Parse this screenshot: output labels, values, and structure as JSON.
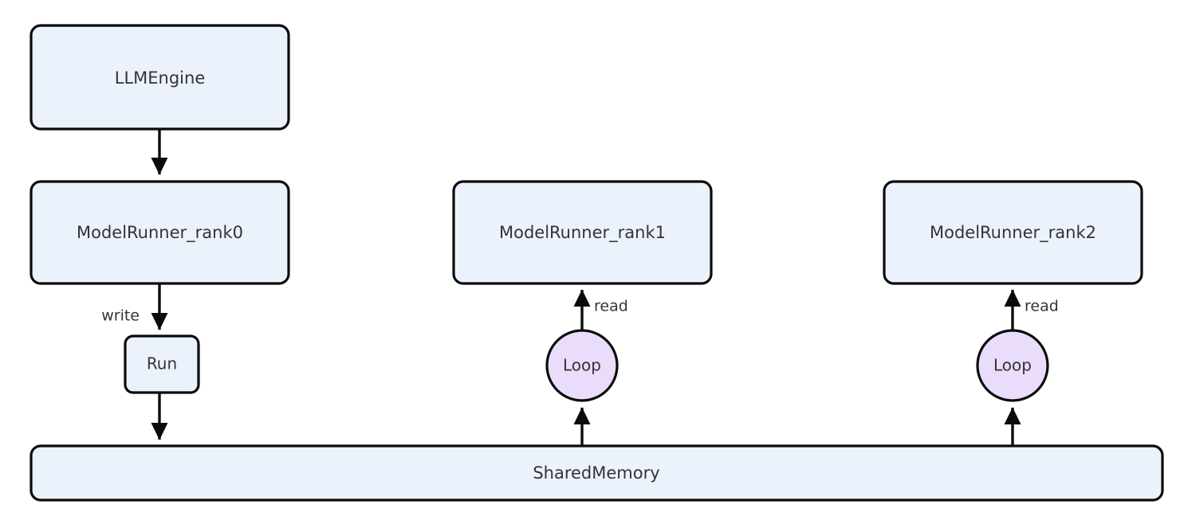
{
  "diagram": {
    "type": "flowchart",
    "background_color": "#ffffff",
    "node_fill": "#ecf2fc",
    "loop_fill": "#eaddfb",
    "stroke_color": "#0b0b0b",
    "text_color": "#333333",
    "nodes": [
      {
        "id": "llm_engine",
        "label": "LLMEngine",
        "shape": "rounded-rect"
      },
      {
        "id": "model_runner_rank0",
        "label": "ModelRunner_rank0",
        "shape": "rounded-rect"
      },
      {
        "id": "model_runner_rank1",
        "label": "ModelRunner_rank1",
        "shape": "rounded-rect"
      },
      {
        "id": "model_runner_rank2",
        "label": "ModelRunner_rank2",
        "shape": "rounded-rect"
      },
      {
        "id": "run",
        "label": "Run",
        "shape": "rounded-rect"
      },
      {
        "id": "loop_rank1",
        "label": "Loop",
        "shape": "circle"
      },
      {
        "id": "loop_rank2",
        "label": "Loop",
        "shape": "circle"
      },
      {
        "id": "shared_memory",
        "label": "SharedMemory",
        "shape": "rounded-rect"
      }
    ],
    "edges": [
      {
        "from": "llm_engine",
        "to": "model_runner_rank0",
        "label": "",
        "direction": "down"
      },
      {
        "from": "model_runner_rank0",
        "to": "run",
        "label": "write",
        "direction": "down"
      },
      {
        "from": "run",
        "to": "shared_memory",
        "label": "",
        "direction": "down"
      },
      {
        "from": "shared_memory",
        "to": "loop_rank1",
        "label": "",
        "direction": "up"
      },
      {
        "from": "loop_rank1",
        "to": "model_runner_rank1",
        "label": "read",
        "direction": "up"
      },
      {
        "from": "shared_memory",
        "to": "loop_rank2",
        "label": "",
        "direction": "up"
      },
      {
        "from": "loop_rank2",
        "to": "model_runner_rank2",
        "label": "read",
        "direction": "up"
      }
    ],
    "edge_labels": {
      "write": "write",
      "read_rank1": "read",
      "read_rank2": "read"
    }
  }
}
